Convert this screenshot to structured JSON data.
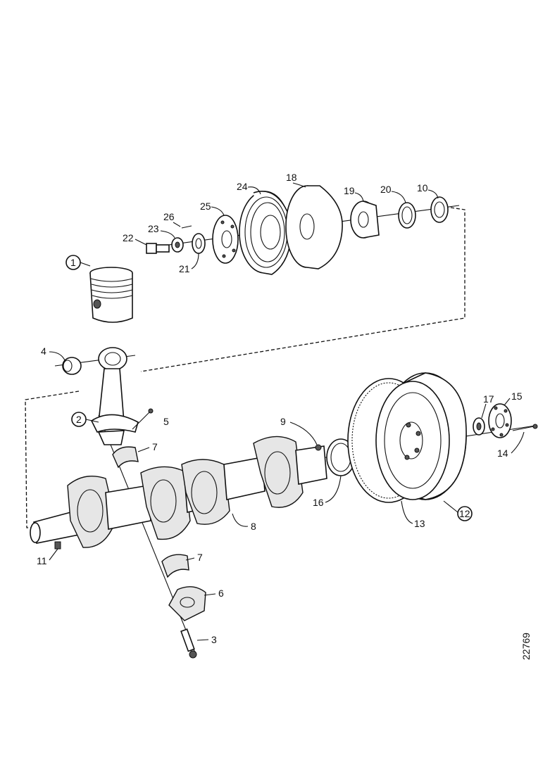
{
  "diagram": {
    "reference_number": "22769",
    "callouts": [
      {
        "id": "c1",
        "label": "1"
      },
      {
        "id": "c2",
        "label": "2"
      },
      {
        "id": "c3",
        "label": "3"
      },
      {
        "id": "c4",
        "label": "4"
      },
      {
        "id": "c5",
        "label": "5"
      },
      {
        "id": "c6",
        "label": "6"
      },
      {
        "id": "c7a",
        "label": "7"
      },
      {
        "id": "c7b",
        "label": "7"
      },
      {
        "id": "c8",
        "label": "8"
      },
      {
        "id": "c9",
        "label": "9"
      },
      {
        "id": "c10",
        "label": "10"
      },
      {
        "id": "c11",
        "label": "11"
      },
      {
        "id": "c12",
        "label": "12"
      },
      {
        "id": "c13",
        "label": "13"
      },
      {
        "id": "c14",
        "label": "14"
      },
      {
        "id": "c15",
        "label": "15"
      },
      {
        "id": "c16",
        "label": "16"
      },
      {
        "id": "c17",
        "label": "17"
      },
      {
        "id": "c18",
        "label": "18"
      },
      {
        "id": "c19",
        "label": "19"
      },
      {
        "id": "c20",
        "label": "20"
      },
      {
        "id": "c21",
        "label": "21"
      },
      {
        "id": "c22",
        "label": "22"
      },
      {
        "id": "c23",
        "label": "23"
      },
      {
        "id": "c24",
        "label": "24"
      },
      {
        "id": "c25",
        "label": "25"
      },
      {
        "id": "c26",
        "label": "26"
      }
    ]
  }
}
